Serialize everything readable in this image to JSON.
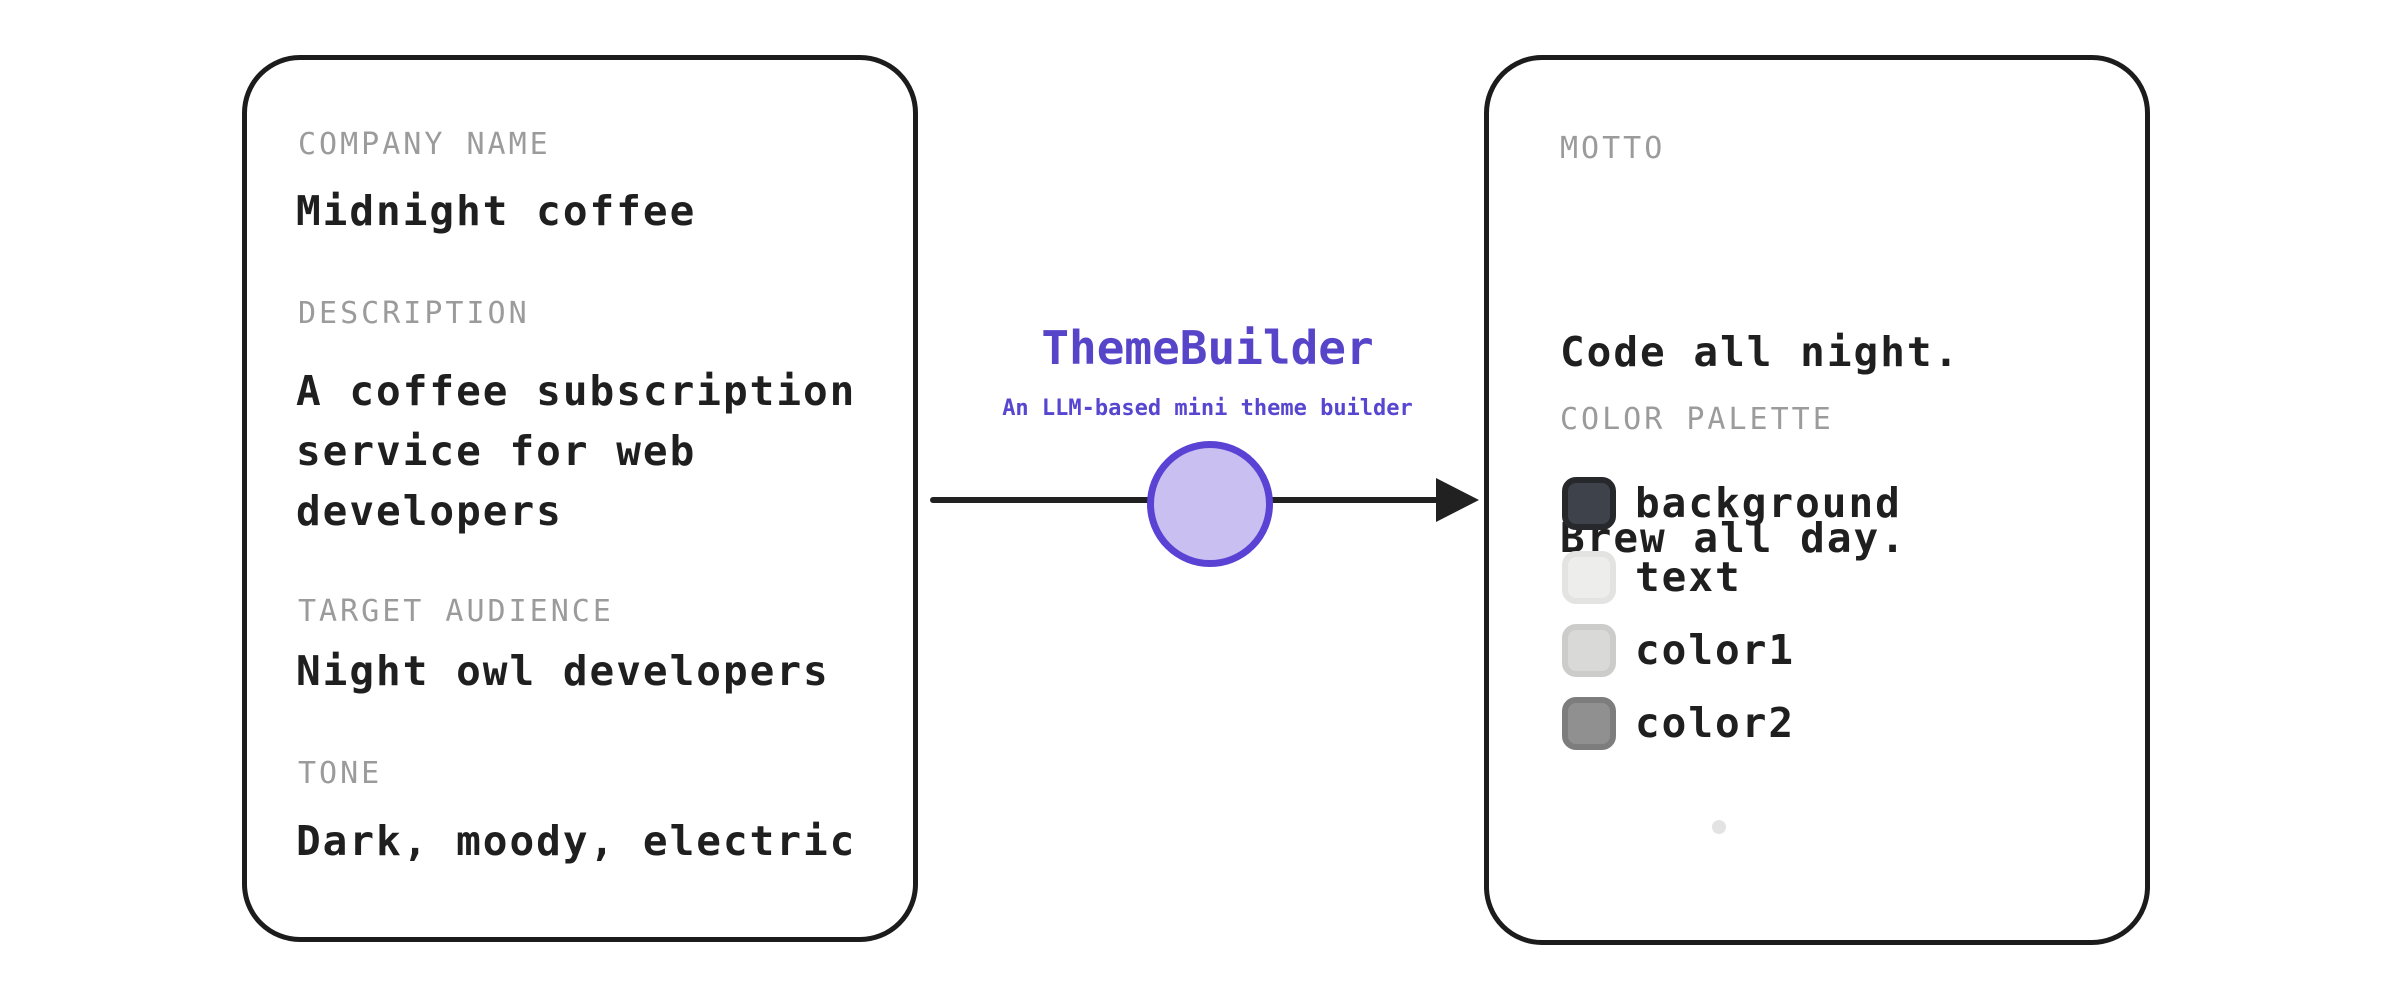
{
  "canvas": {
    "background": "#ffffff",
    "card_border_color": "#1c1c1c",
    "label_color": "#9b9b9b",
    "text_color": "#1f1f1f"
  },
  "input_card": {
    "fields": [
      {
        "label": "COMPANY NAME",
        "value": "Midnight coffee"
      },
      {
        "label": "DESCRIPTION",
        "value": "A coffee subscription service for web developers"
      },
      {
        "label": "TARGET AUDIENCE",
        "value": "Night owl developers"
      },
      {
        "label": "TONE",
        "value": "Dark, moody, electric"
      }
    ]
  },
  "builder": {
    "title": "ThemeBuilder",
    "subtitle": "An LLM-based mini theme builder",
    "title_color": "#5745c9",
    "subtitle_color": "#5646d0",
    "node_fill": "#c9bff1",
    "node_stroke": "#5a42d4",
    "arrow_color": "#212121"
  },
  "output_card": {
    "motto_label": "MOTTO",
    "motto_lines": [
      "Code all night.",
      "Brew all day."
    ],
    "palette_label": "COLOR PALETTE",
    "palette": [
      {
        "name": "background",
        "fill": "#3e434b",
        "border": "#26282c"
      },
      {
        "name": "text",
        "fill": "#ededeb",
        "border": "#e3e3e1"
      },
      {
        "name": "color1",
        "fill": "#d9d9d7",
        "border": "#ccccca"
      },
      {
        "name": "color2",
        "fill": "#909090",
        "border": "#7d7d7d"
      }
    ],
    "dot_color": "#e3e3e3"
  }
}
